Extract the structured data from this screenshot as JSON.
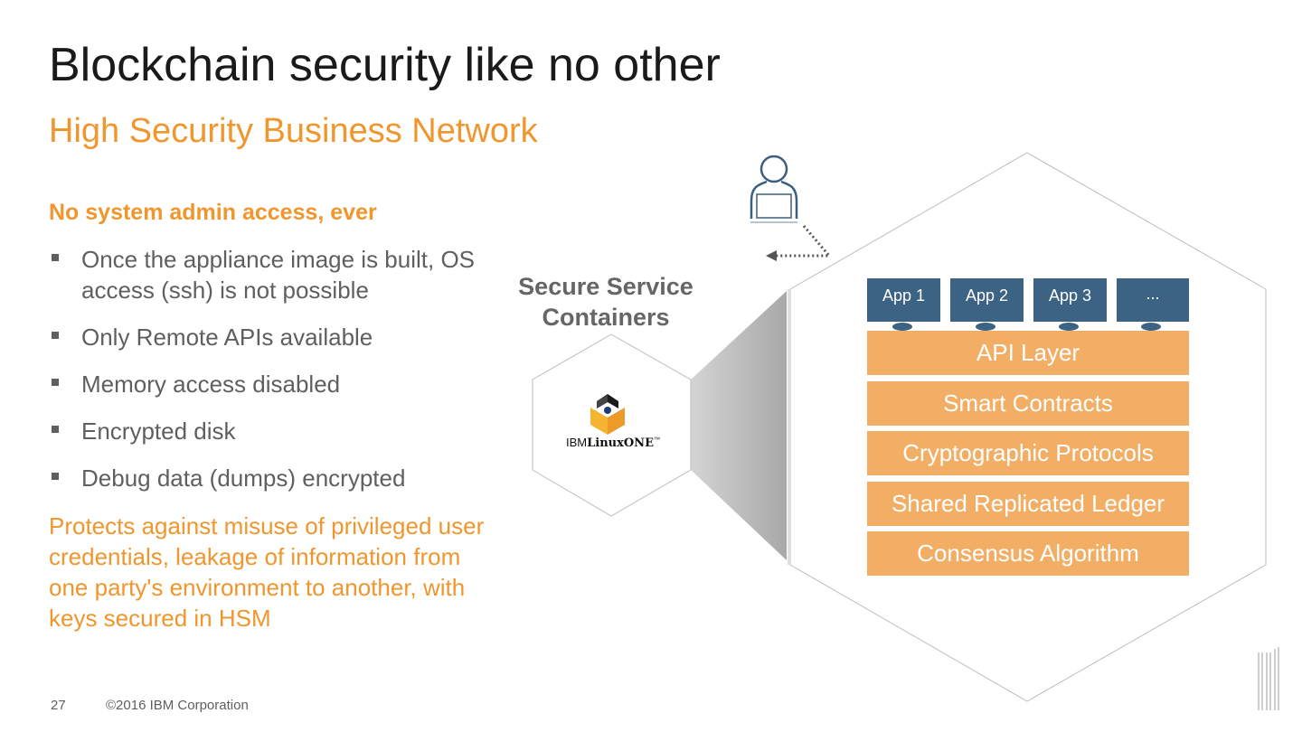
{
  "slide": {
    "title": "Blockchain security like no other",
    "subtitle": "High Security Business Network",
    "heading": "No system admin access, ever",
    "bullets": [
      "Once the appliance image is built, OS access (ssh) is not possible",
      "Only Remote APIs available",
      "Memory access disabled",
      "Encrypted disk",
      "Debug data (dumps) encrypted"
    ],
    "summary": "Protects against misuse of privileged user credentials, leakage of information from one party's environment to another, with keys secured in HSM",
    "footer": {
      "page_number": "27",
      "copyright": "©2016 IBM Corporation"
    }
  },
  "diagram": {
    "container_label": "Secure Service Containers",
    "logo": {
      "prefix": "IBM",
      "product": "LinuxONE",
      "mark": "™"
    },
    "user_icon": "user-with-laptop-icon",
    "apps": [
      "App 1",
      "App 2",
      "App 3",
      "..."
    ],
    "layers": [
      "API Layer",
      "Smart Contracts",
      "Cryptographic Protocols",
      "Shared Replicated Ledger",
      "Consensus Algorithm"
    ],
    "colors": {
      "accent_orange": "#f0962d",
      "layer_orange": "#f3ae66",
      "app_blue": "#3c6383",
      "icon_blue": "#3d5f7f",
      "text_gray": "#5f5f5f"
    }
  }
}
